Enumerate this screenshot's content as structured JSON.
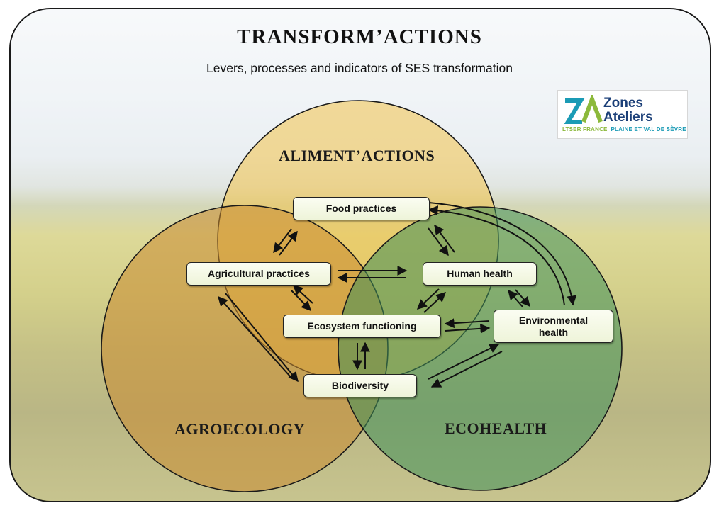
{
  "title": "TRANSFORM’ACTIONS",
  "subtitle": "Levers, processes and indicators of SES transformation",
  "logo": {
    "mark": "ZA",
    "line1": "Zones",
    "line2": "Ateliers",
    "sub_left": "LTSER FRANCE",
    "sub_right": "PLAINE ET VAL DE SÈVRE"
  },
  "circles": {
    "top": "ALIMENT’ACTIONS",
    "left": "AGROECOLOGY",
    "right": "ECOHEALTH"
  },
  "nodes": {
    "food": "Food practices",
    "agri": "Agricultural practices",
    "human": "Human health",
    "eco": "Ecosystem functioning",
    "env_line1": "Environmental",
    "env_line2": "health",
    "bio": "Biodiversity"
  },
  "colors": {
    "top_circle": "#f2c34a",
    "left_circle": "#c98a2f",
    "right_circle": "#3f8f5a",
    "outline": "#1a1a1a"
  }
}
